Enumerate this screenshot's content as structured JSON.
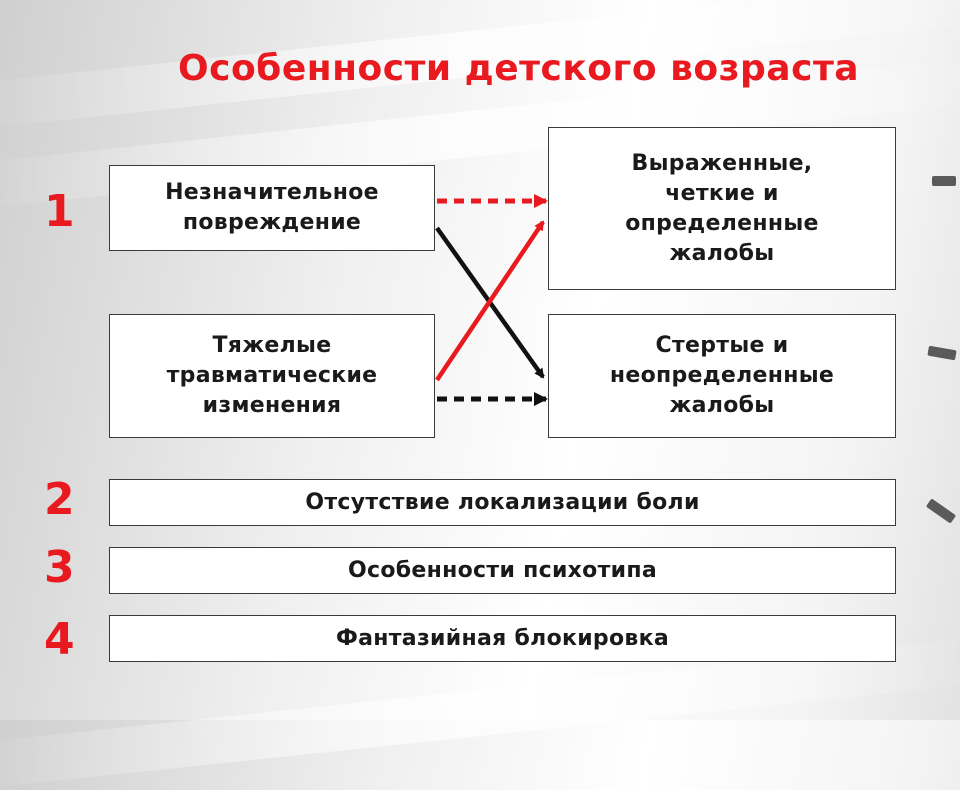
{
  "title": "Особенности детского возраста",
  "numbers": [
    "1",
    "2",
    "3",
    "4"
  ],
  "left_boxes": [
    "Незначительное\nповреждение",
    "Тяжелые\nтравматические\nизменения"
  ],
  "right_boxes": [
    "Выраженные,\nчеткие и\nопределенные\nжалобы",
    "Стертые  и\nнеопределенные\nжалобы"
  ],
  "bars": [
    "Отсутствие локализации боли",
    "Особенности психотипа",
    "Фантазийная блокировка"
  ],
  "colors": {
    "accent": "#e8191f",
    "ink": "#1a1a1a"
  }
}
